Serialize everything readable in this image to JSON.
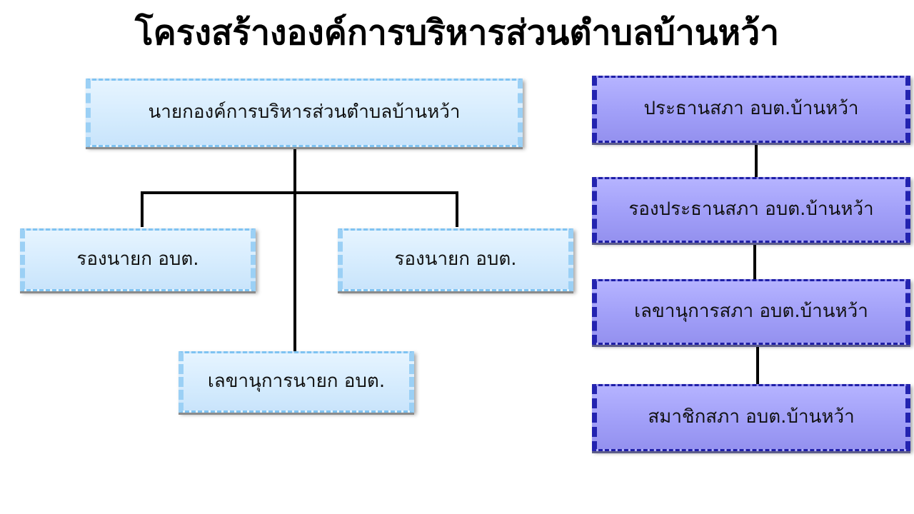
{
  "title": "โครงสร้างองค์การบริหารส่วนตำบลบ้านหว้า",
  "executive": {
    "head": "นายกองค์การบริหารส่วนตำบลบ้านหว้า",
    "deputy_left": "รองนายก อบต.",
    "deputy_right": "รองนายก อบต.",
    "secretary": "เลขานุการนายก อบต."
  },
  "council": {
    "chairman": "ประธานสภา อบต.บ้านหว้า",
    "vice_chairman": "รองประธานสภา อบต.บ้านหว้า",
    "secretary": "เลขานุการสภา อบต.บ้านหว้า",
    "members": "สมาชิกสภา อบต.บ้านหว้า"
  },
  "colors": {
    "executive_box": "#d4ebfd",
    "council_box": "#a19ff8",
    "connector": "#000000"
  }
}
